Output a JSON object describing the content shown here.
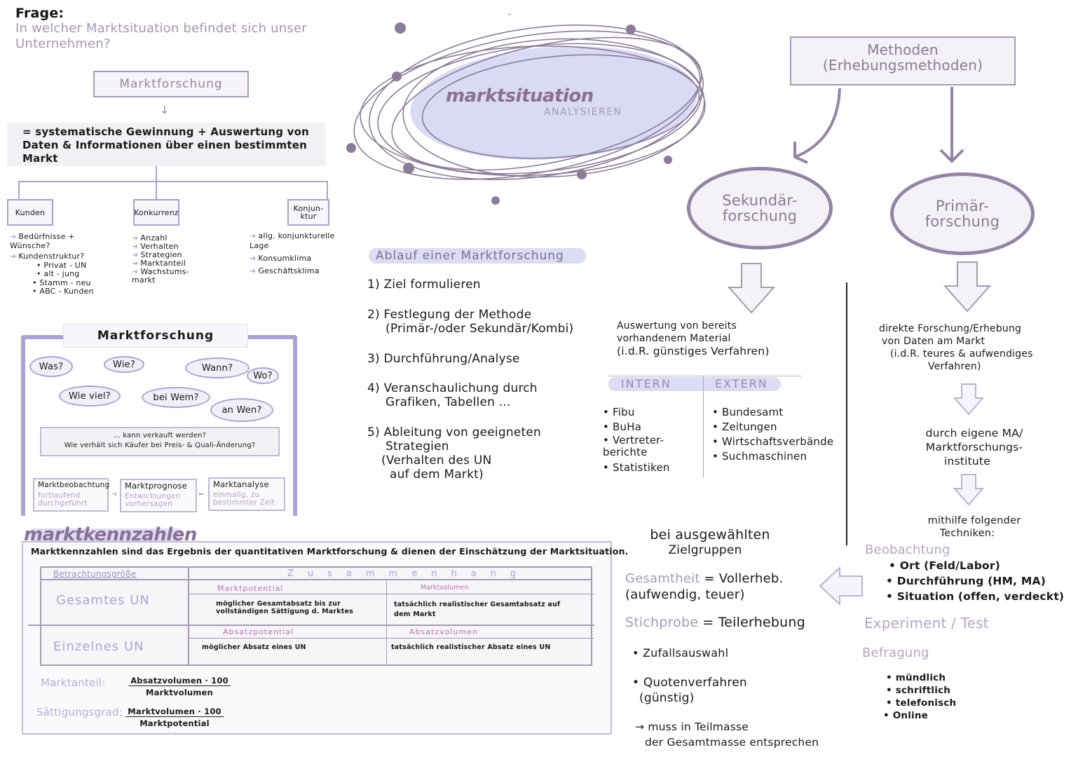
{
  "frage": {
    "label": "Frage:",
    "question": "In welcher Marktsituation befindet sich unser Unternehmen?"
  },
  "marktforschung": {
    "title": "Marktforschung",
    "arrow": "↓",
    "definition": "= systematische Gewinnung + Auswertung von Daten & Informationen über einen bestimmten Markt",
    "branches": [
      {
        "label": "Kunden",
        "items": [
          "Bedürfnisse + Wünsche?",
          "Kundenstruktur?"
        ],
        "subitems": [
          "Privat - UN",
          "alt - jung",
          "Stamm - neu",
          "ABC - Kunden"
        ]
      },
      {
        "label": "Konkurrenz",
        "items": [
          "Anzahl",
          "Verhalten",
          "Strategien",
          "Marktanteil",
          "Wachstums-markt"
        ]
      },
      {
        "label": "Konjun-ktur",
        "items": [
          "allg. konjunkturelle Lage",
          "Konsumklima",
          "Geschäftsklima"
        ]
      }
    ]
  },
  "fragen_box": {
    "title": "Marktforschung",
    "questions": [
      "Was?",
      "Wie?",
      "Wann?",
      "Wo?",
      "Wie viel?",
      "bei Wem?",
      "an Wen?"
    ],
    "note_line1": "... kann verkauft werden?",
    "note_line2": "Wie verhält sich Käufer bei Preis- & Quali-Änderung?",
    "steps": [
      {
        "title": "Marktbeobachtung",
        "sub": "fortlaufend durchgeführt"
      },
      {
        "title": "Marktprognose",
        "sub": "Entwicklungen vorhersagen"
      },
      {
        "title": "Marktanalyse",
        "sub": "einmalig, zu bestimmter Zeit"
      }
    ],
    "step_arrow_right": "➜",
    "step_arrow_left": "⬅"
  },
  "center": {
    "title": "marktsituation",
    "subtitle": "ANALYSIEREN"
  },
  "ablauf": {
    "title": "Ablauf einer Marktforschung",
    "steps": [
      {
        "line1": "1) Ziel formulieren",
        "line2": ""
      },
      {
        "line1": "2) Festlegung der Methode",
        "line2": "(Primär-/oder Sekundär/Kombi)"
      },
      {
        "line1": "3) Durchführung/Analyse",
        "line2": ""
      },
      {
        "line1": "4) Veranschaulichung durch",
        "line2": "Grafiken, Tabellen ..."
      },
      {
        "line1": "5) Ableitung von geeigneten",
        "line2": "Strategien",
        "line3": "(Verhalten des UN",
        "line4": "auf dem Markt)"
      }
    ]
  },
  "methoden": {
    "title_line1": "Methoden",
    "title_line2": "(Erhebungsmethoden)",
    "sekundaer": {
      "label_line1": "Sekundär-",
      "label_line2": "forschung",
      "desc_line1": "Auswertung von bereits",
      "desc_line2": "vorhandenem Material",
      "desc_line3": "(i.d.R. günstiges Verfahren)",
      "intern_label": "INTERN",
      "extern_label": "EXTERN",
      "intern": [
        "Fibu",
        "BuHa",
        "Vertreter-berichte",
        "Statistiken"
      ],
      "extern": [
        "Bundesamt",
        "Zeitungen",
        "Wirtschaftsverbände",
        "Suchmaschinen"
      ]
    },
    "primaer": {
      "label_line1": "Primär-",
      "label_line2": "forschung",
      "desc_line1": "direkte Forschung/Erhebung",
      "desc_line2": "von Daten am Markt",
      "desc_line3": "(i.d.R. teures & aufwendiges",
      "desc_line4": "Verfahren)",
      "via_line1": "durch eigene MA/",
      "via_line2": "Marktforschungs-",
      "via_line3": "institute",
      "tech_line1": "mithilfe folgender",
      "tech_line2": "Techniken:",
      "beobachtung": {
        "title": "Beobachtung",
        "items": [
          "Ort (Feld/Labor)",
          "Durchführung (HM, MA)",
          "Situation (offen, verdeckt)"
        ]
      },
      "experiment": "Experiment / Test",
      "befragung": {
        "title": "Befragung",
        "items": [
          "mündlich",
          "schriftlich",
          "telefonisch",
          "Online"
        ]
      }
    },
    "zielgruppen": {
      "line1": "bei ausgewählten",
      "line2": "Zielgruppen",
      "gesamtheit_label": "Gesamtheit",
      "gesamtheit_text": "= Vollerheb.",
      "gesamtheit_note": "(aufwendig, teuer)",
      "stichprobe_label": "Stichprobe",
      "stichprobe_text": "= Teilerhebung",
      "items": [
        "Zufallsauswahl",
        "Quotenverfahren"
      ],
      "quoten_note": "(günstig)",
      "arrow_note_line1": "→ muss in Teilmasse",
      "arrow_note_line2": "der Gesamtmasse entsprechen"
    }
  },
  "kennzahlen": {
    "title": "marktkennzahlen",
    "intro": "Marktkennzahlen sind das Ergebnis der quantitativen Marktforschung & dienen der Einschätzung der Marktsituation.",
    "table": {
      "header_left": "Betrachtungsgröße",
      "header_right": "Zusammenhang",
      "rows": [
        {
          "label": "Gesamtes UN",
          "col1_title": "Marktpotential",
          "col1_text": "möglicher Gesamtabsatz bis zur vollständigen Sättigung d. Marktes",
          "col2_title": "Marktvolumen",
          "col2_text": "tatsächlich realistischer Gesamtabsatz auf dem Markt"
        },
        {
          "label": "Einzelnes UN",
          "col1_title": "Absatzpotential",
          "col1_text": "möglicher Absatz eines UN",
          "col2_title": "Absatzvolumen",
          "col2_text": "tatsächlich realistischer Absatz eines UN"
        }
      ]
    },
    "formulas": [
      {
        "label": "Marktanteil:",
        "numerator": "Absatzvolumen · 100",
        "denominator": "Marktvolumen"
      },
      {
        "label": "Sättigungsgrad:",
        "numerator": "Marktvolumen · 100",
        "denominator": "Marktpotential"
      }
    ]
  }
}
